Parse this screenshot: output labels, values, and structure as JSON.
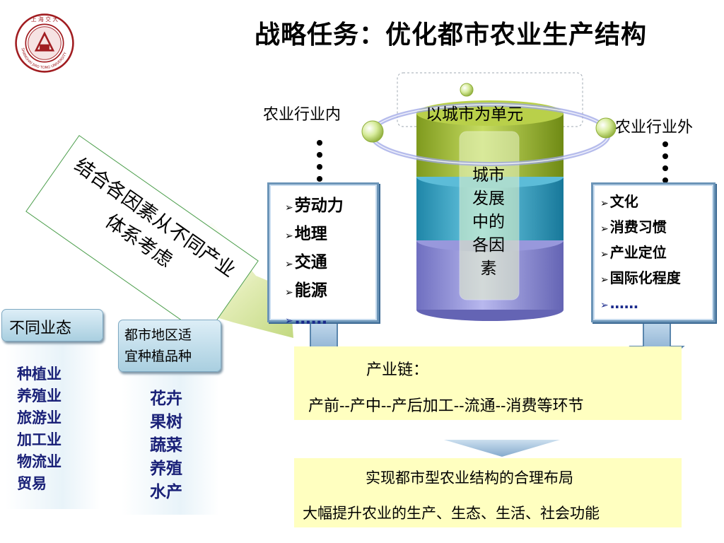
{
  "title": "战略任务：优化都市农业生产结构",
  "logo": {
    "icon": "university-seal-icon",
    "ring_text": "SHANGHAI JIAO TONG UNIVERSITY",
    "color": "#a11d21"
  },
  "diagram": {
    "inside_label": "农业行业内",
    "outside_label": "农业行业外",
    "unit_label": "以城市为单元",
    "center_text": [
      "城市",
      "发展",
      "中的",
      "各因",
      "素"
    ],
    "inside_factors": [
      "劳动力",
      "地理",
      "交通",
      "能源",
      "……"
    ],
    "outside_factors": [
      "文化",
      "消费习惯",
      "产业定位",
      "国际化程度",
      "……"
    ],
    "callout": [
      "结合各因素从不同产业",
      "体系考虑"
    ],
    "chain_title": "产业链：",
    "chain_text": "产前--产中--产后加工--流通--消费等环节",
    "result_line1": "实现都市型农业结构的合理布局",
    "result_line2": "大幅提升农业的生产、生态、生活、社会功能"
  },
  "left_panels": {
    "forms_title": "不同业态",
    "forms": [
      "种植业",
      "养殖业",
      "旅游业",
      "加工业",
      "物流业",
      "贸易"
    ],
    "varieties_title": [
      "都市地区适",
      "宜种植品种"
    ],
    "varieties": [
      "花卉",
      "果树",
      "蔬菜",
      "养殖",
      "水产"
    ]
  },
  "colors": {
    "box_border": "#6c95b8",
    "yellow_fill": "#ffffc0",
    "list_text": "#1a2178",
    "cylinder_top": "#a8c23a",
    "cylinder_mid": "#3aa6c8",
    "cylinder_bottom": "#8f8fd8"
  }
}
